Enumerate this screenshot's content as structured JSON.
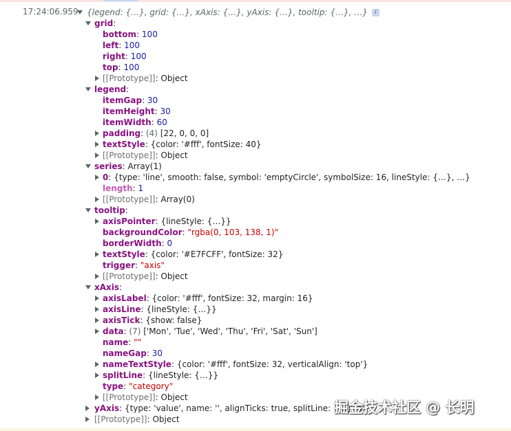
{
  "log": {
    "timestamp": "17:24:06.959",
    "summary": "{legend: {…}, grid: {…}, xAxis: {…}, yAxis: {…}, tooltip: {…}, …}",
    "info": "i"
  },
  "tree": {
    "grid": {
      "key": "grid",
      "bottom": {
        "key": "bottom",
        "val": "100"
      },
      "left": {
        "key": "left",
        "val": "100"
      },
      "right": {
        "key": "right",
        "val": "100"
      },
      "top": {
        "key": "top",
        "val": "100"
      },
      "proto": {
        "key": "[[Prototype]]",
        "val": "Object"
      }
    },
    "legend": {
      "key": "legend",
      "itemGap": {
        "key": "itemGap",
        "val": "30"
      },
      "itemHeight": {
        "key": "itemHeight",
        "val": "30"
      },
      "itemWidth": {
        "key": "itemWidth",
        "val": "60"
      },
      "padding": {
        "key": "padding",
        "count": "(4)",
        "val": "[22, 0, 0, 0]"
      },
      "textStyle": {
        "key": "textStyle",
        "val": "{color: '#fff', fontSize: 40}"
      },
      "proto": {
        "key": "[[Prototype]]",
        "val": "Object"
      }
    },
    "series": {
      "key": "series",
      "type": "Array(1)",
      "item0": {
        "key": "0",
        "val": "{type: 'line', smooth: false, symbol: 'emptyCircle', symbolSize: 16, lineStyle: {…}, …}"
      },
      "length": {
        "key": "length",
        "val": "1"
      },
      "proto": {
        "key": "[[Prototype]]",
        "val": "Array(0)"
      }
    },
    "tooltip": {
      "key": "tooltip",
      "axisPointer": {
        "key": "axisPointer",
        "val": "{lineStyle: {…}}"
      },
      "backgroundColor": {
        "key": "backgroundColor",
        "val": "\"rgba(0, 103, 138, 1)\""
      },
      "borderWidth": {
        "key": "borderWidth",
        "val": "0"
      },
      "textStyle": {
        "key": "textStyle",
        "val": "{color: '#E7FCFF', fontSize: 32}"
      },
      "trigger": {
        "key": "trigger",
        "val": "\"axis\""
      },
      "proto": {
        "key": "[[Prototype]]",
        "val": "Object"
      }
    },
    "xAxis": {
      "key": "xAxis",
      "axisLabel": {
        "key": "axisLabel",
        "val": "{color: '#fff', fontSize: 32, margin: 16}"
      },
      "axisLine": {
        "key": "axisLine",
        "val": "{lineStyle: {…}}"
      },
      "axisTick": {
        "key": "axisTick",
        "val": "{show: false}"
      },
      "data": {
        "key": "data",
        "count": "(7)",
        "val": "['Mon', 'Tue', 'Wed', 'Thu', 'Fri', 'Sat', 'Sun']"
      },
      "name": {
        "key": "name",
        "val": "\"\""
      },
      "nameGap": {
        "key": "nameGap",
        "val": "30"
      },
      "nameTextStyle": {
        "key": "nameTextStyle",
        "val": "{color: '#fff', fontSize: 32, verticalAlign: 'top'}"
      },
      "splitLine": {
        "key": "splitLine",
        "val": "{lineStyle: {…}}"
      },
      "type": {
        "key": "type",
        "val": "\"category\""
      },
      "proto": {
        "key": "[[Prototype]]",
        "val": "Object"
      }
    },
    "yAxis": {
      "key": "yAxis",
      "val": "{type: 'value', name: '', alignTicks: true, splitLine: {…}, ax"
    },
    "rootProto": {
      "key": "[[Prototype]]",
      "val": "Object"
    }
  },
  "watermark": "掘金技术社区 @ 长明"
}
